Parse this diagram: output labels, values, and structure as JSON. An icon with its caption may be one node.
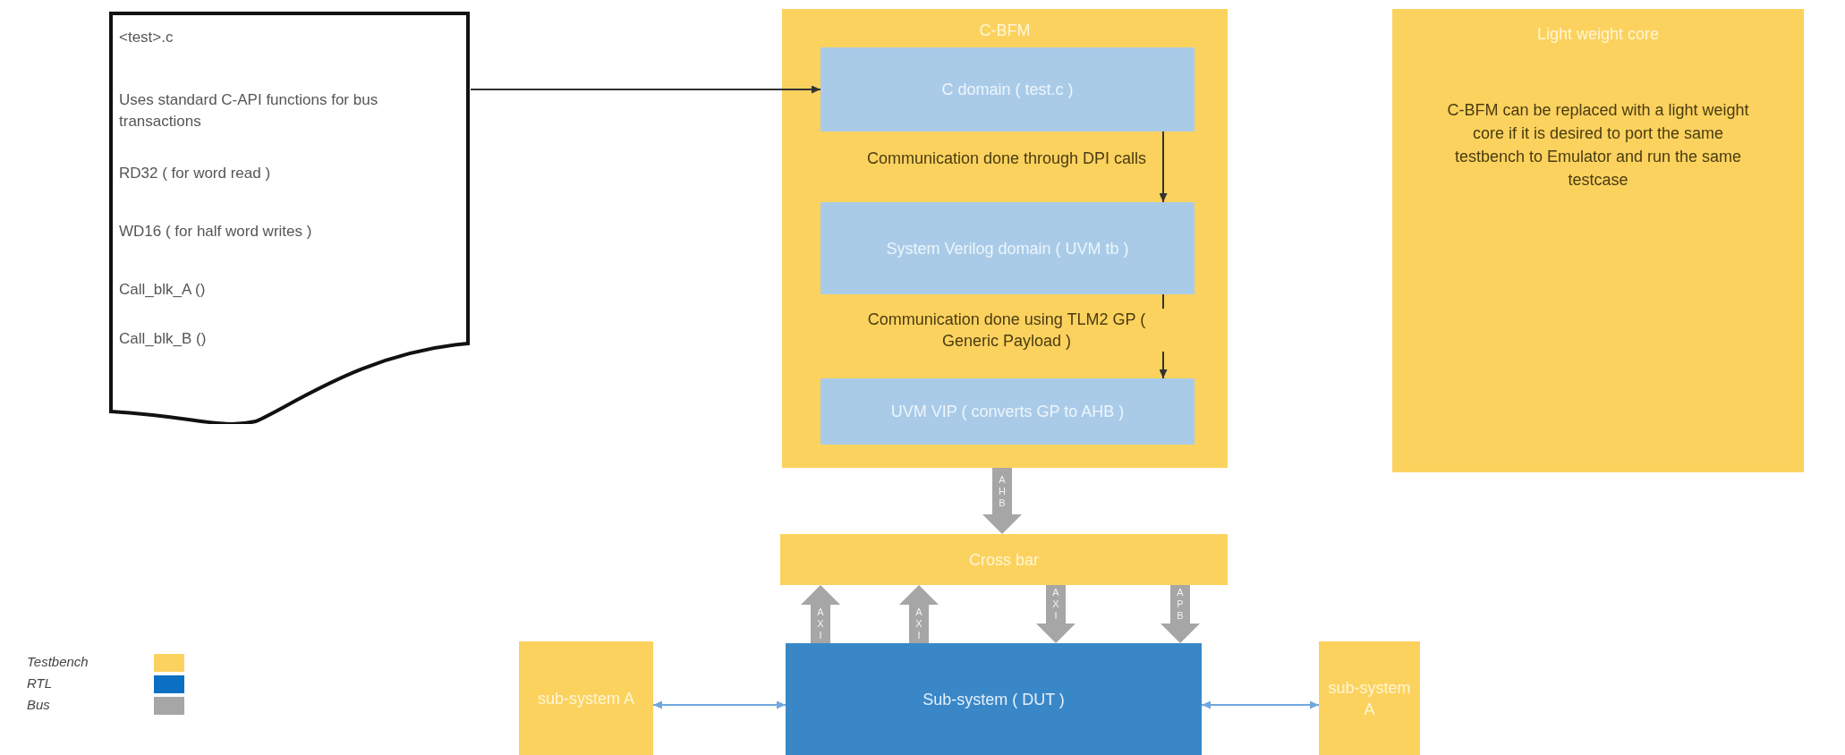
{
  "diagram": {
    "nodes": [
      {
        "text": [
          "<test>.c",
          "Uses standard C-API functions for bus transactions",
          "RD32  ( for word read )",
          "WD16 ( for half word writes )",
          "Call_blk_A ()",
          "Call_blk_B ()"
        ]
      },
      {
        "text": [
          "C-BFM"
        ]
      },
      {
        "text": [
          "C domain ( test.c )"
        ],
        "in": 1
      },
      {
        "text": [
          "System Verilog domain ( UVM tb )"
        ],
        "in": 1
      },
      {
        "text": [
          "UVM VIP ( converts GP to AHB )"
        ],
        "in": 1
      },
      {
        "text": [
          "Light weight core",
          "C-BFM  can be replaced with a light weight core if it is desired to port the same testbench to Emulator and run the same testcase"
        ]
      },
      {
        "text": [
          "Cross bar"
        ]
      },
      {
        "text": [
          "sub-system A"
        ]
      },
      {
        "text": [
          "Sub-system ( DUT )"
        ]
      },
      {
        "text": [
          "sub-system A"
        ]
      }
    ],
    "edges": [
      {
        "from": 0,
        "to": 2,
        "arrow": "to",
        "color": "#333333"
      },
      {
        "from": 2,
        "to": 3,
        "arrow": "to",
        "label": "Communication done through DPI calls",
        "color": "#333333"
      },
      {
        "from": 3,
        "to": 4,
        "arrow": "to",
        "color": "#333333",
        "label": "Communication done using TLM2 GP (  Generic Payload )"
      },
      {
        "from": 1,
        "to": 6,
        "arrow": "to",
        "label": "AHB",
        "style": "thick",
        "color": "#a6a6a6"
      },
      {
        "from": 8,
        "to": 6,
        "arrow": "to",
        "label": "AXI",
        "style": "thick",
        "color": "#a6a6a6"
      },
      {
        "from": 8,
        "to": 6,
        "arrow": "to",
        "label": "AXI",
        "style": "thick",
        "color": "#a6a6a6"
      },
      {
        "from": 6,
        "to": 8,
        "arrow": "to",
        "label": "AXI",
        "style": "thick",
        "color": "#a6a6a6"
      },
      {
        "from": 6,
        "to": 8,
        "arrow": "to",
        "label": "APB",
        "style": "thick",
        "color": "#a6a6a6"
      },
      {
        "from": 7,
        "to": 8,
        "arrow": "both",
        "color": "#6fa8dc"
      },
      {
        "from": 8,
        "to": 9,
        "arrow": "both",
        "color": "#6fa8dc"
      }
    ],
    "legend": [
      {
        "text": "Testbench",
        "color": "#fcd25f"
      },
      {
        "text": "RTL",
        "color": "#0b6fc3"
      },
      {
        "text": "Bus",
        "color": "#a6a6a6"
      }
    ]
  }
}
